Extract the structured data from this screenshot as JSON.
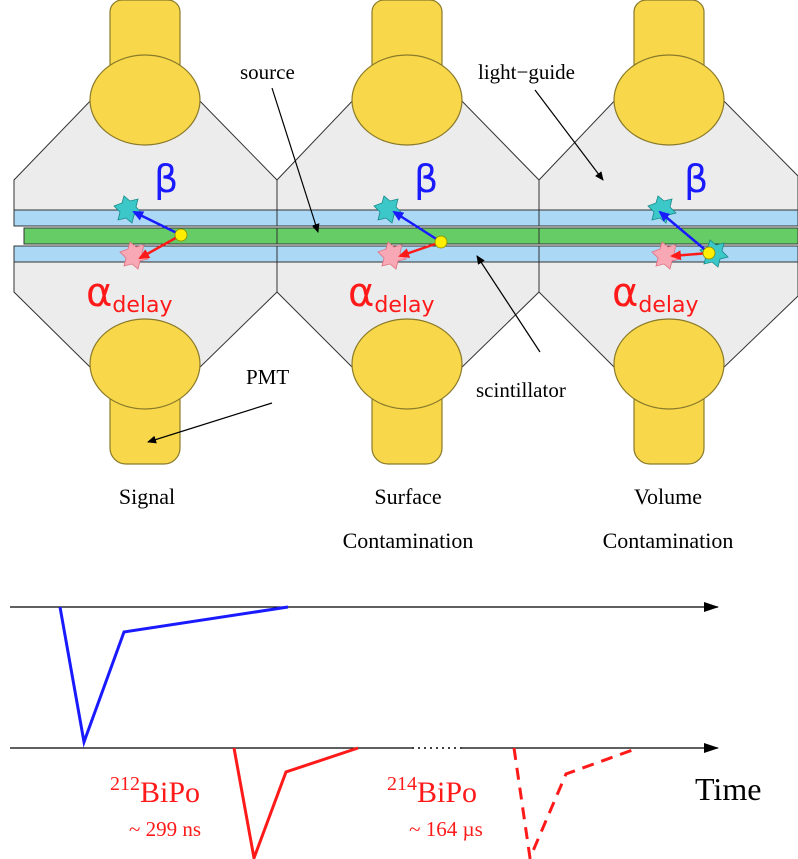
{
  "labels": {
    "source": "source",
    "light_guide": "light−guide",
    "pmt": "PMT",
    "scintillator": "scintillator"
  },
  "symbols": {
    "beta": "β",
    "alpha": "α",
    "delay": "delay"
  },
  "panels": [
    {
      "caption_line1": "Signal",
      "caption_line2": ""
    },
    {
      "caption_line1": "Surface",
      "caption_line2": "Contamination"
    },
    {
      "caption_line1": "Volume",
      "caption_line2": "Contamination"
    }
  ],
  "timeline": {
    "time_label": "Time",
    "bipo212": {
      "mass": "212",
      "name": "BiPo",
      "lifetime": "~ 299 ns"
    },
    "bipo214": {
      "mass": "214",
      "name": "BiPo",
      "lifetime": "~ 164 µs"
    }
  },
  "colors": {
    "pmt": "#f8d84a",
    "pmt_stroke": "#8a7a2a",
    "light_guide": "#ececec",
    "scint_layer": "#aad8f5",
    "source_layer": "#66cc66",
    "beta": "#1a1aff",
    "alpha": "#ff1a1a",
    "beta_star": "#3cc8c8",
    "alpha_star": "#f7a8b4",
    "vertex": "#ffee00"
  }
}
